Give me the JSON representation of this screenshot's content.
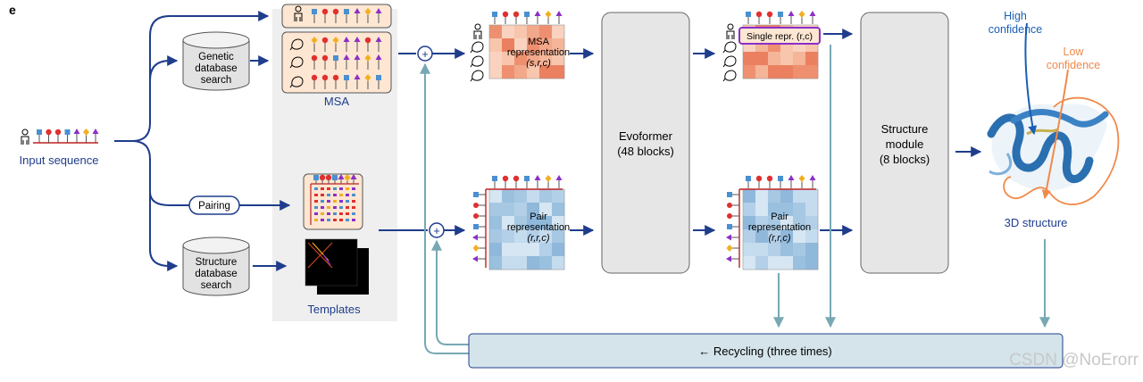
{
  "panel_label": "e",
  "input": {
    "label": "Input sequence"
  },
  "genetic_db": {
    "lines": [
      "Genetic",
      "database",
      "search"
    ]
  },
  "structure_db": {
    "lines": [
      "Structure",
      "database",
      "search"
    ]
  },
  "pairing": {
    "label": "Pairing"
  },
  "msa": {
    "label": "MSA"
  },
  "templates": {
    "label": "Templates"
  },
  "msa_repr": {
    "lines": [
      "MSA",
      "representation"
    ],
    "dims": "(s,r,c)"
  },
  "pair_repr_in": {
    "lines": [
      "Pair",
      "representation"
    ],
    "dims": "(r,r,c)"
  },
  "evoformer": {
    "lines": [
      "Evoformer",
      "(48 blocks)"
    ]
  },
  "single_repr": {
    "label": "Single repr. (r,c)"
  },
  "pair_repr_out": {
    "lines": [
      "Pair",
      "representation"
    ],
    "dims": "(r,r,c)"
  },
  "structure_module": {
    "lines": [
      "Structure",
      "module",
      "(8 blocks)"
    ]
  },
  "structure": {
    "label": "3D structure",
    "high": [
      "High",
      "confidence"
    ],
    "low": [
      "Low",
      "confidence"
    ]
  },
  "recycling": {
    "label": "← Recycling (three times)"
  },
  "watermark": "CSDN @NoErorr",
  "colors": {
    "arrow_navy": "#1f3d8c",
    "recycle_teal": "#78a8b4",
    "msa_orange": "#f0a080",
    "pair_blue": "#a6c8e2",
    "box_grey": "#e6e6e6",
    "panel_grey": "#efefef",
    "highlight_purple": "#8b2fc9",
    "protein_blue": "#2a6fb0",
    "low_conf_orange": "#f08a4b"
  },
  "residue_colors": [
    "#e03030",
    "#4a90d0",
    "#e03030",
    "#4a90d0",
    "#8b2fc9",
    "#f0b020",
    "#8b2fc9"
  ]
}
